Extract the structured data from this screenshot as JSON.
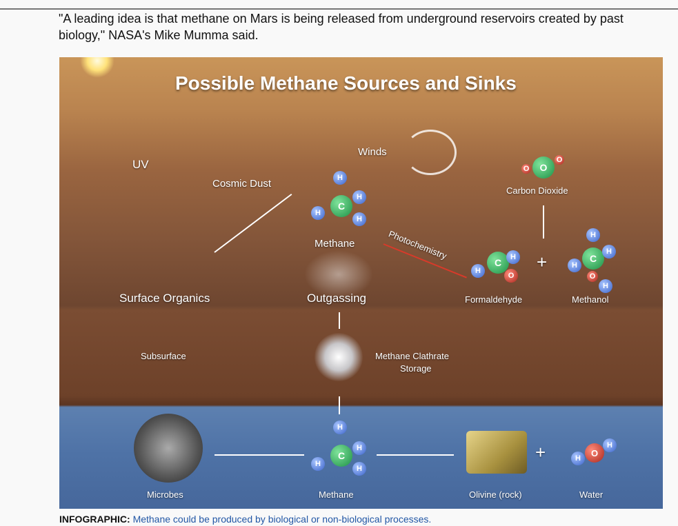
{
  "article": {
    "quote": "\"A leading idea is that methane on Mars is being released from underground reservoirs created by past biology,\" NASA's Mike Mumma said."
  },
  "infographic": {
    "title": "Possible Methane Sources and Sinks",
    "labels": {
      "uv": "UV",
      "cosmic_dust": "Cosmic Dust",
      "winds": "Winds",
      "carbon_dioxide": "Carbon Dioxide",
      "methane_top": "Methane",
      "photochemistry": "Photochemistry",
      "surface_organics": "Surface Organics",
      "outgassing": "Outgassing",
      "formaldehyde": "Formaldehyde",
      "methanol": "Methanol",
      "subsurface": "Subsurface",
      "clathrate": "Methane Clathrate",
      "clathrate2": "Storage",
      "microbes": "Microbes",
      "methane_bottom": "Methane",
      "olivine": "Olivine (rock)",
      "water": "Water"
    },
    "atoms": {
      "c": "C",
      "h": "H",
      "o": "O"
    },
    "plus": "+"
  },
  "caption": {
    "label": "INFOGRAPHIC:",
    "text": "Methane could be produced by biological or non-biological processes."
  }
}
